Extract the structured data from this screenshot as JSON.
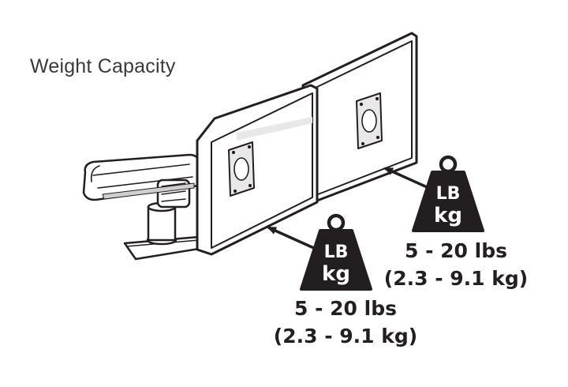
{
  "title": "Weight Capacity",
  "weights": [
    {
      "id": "right-monitor",
      "top_label": "LB",
      "bottom_label": "kg",
      "lbs_range": "5 - 20 lbs",
      "kg_range": "(2.3 - 9.1 kg)"
    },
    {
      "id": "left-monitor",
      "top_label": "LB",
      "bottom_label": "kg",
      "lbs_range": "5 - 20 lbs",
      "kg_range": "(2.3 - 9.1 kg)"
    }
  ],
  "colors": {
    "ink": "#231f20",
    "arm_shade": "#cfcfcf",
    "screen_shade": "#e8e8e8",
    "title": "#3a3a3a"
  },
  "icons": [
    "weight-icon",
    "arrow-icon",
    "monitor-icon",
    "monitor-arm-icon"
  ]
}
